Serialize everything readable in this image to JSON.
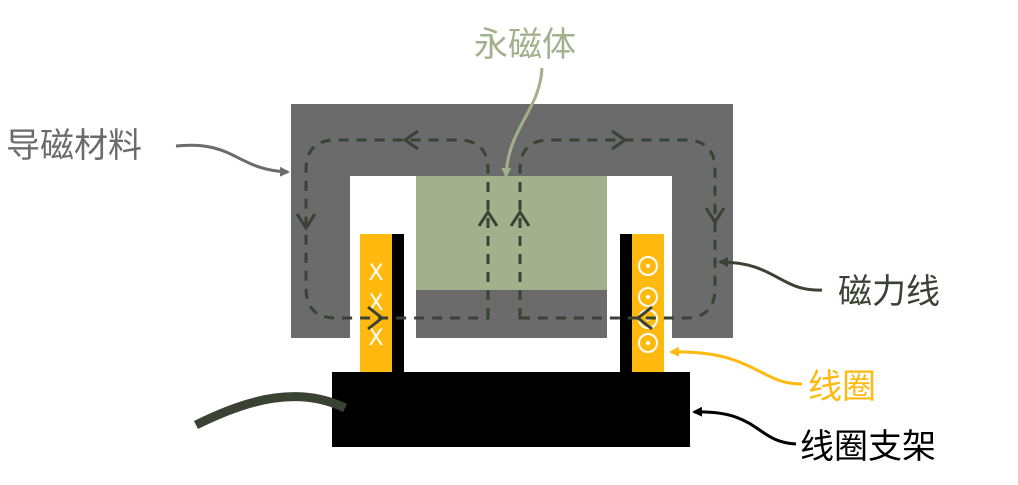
{
  "labels": {
    "magnetic_material": "导磁材料",
    "permanent_magnet": "永磁体",
    "flux_lines": "磁力线",
    "coil": "线圈",
    "coil_holder": "线圈支架"
  },
  "coil_marks": {
    "left": [
      "X",
      "X",
      "X"
    ],
    "right": [
      "⊙",
      "⊙",
      "⊙",
      "⊙"
    ]
  },
  "colors": {
    "yoke": "#6b6b6b",
    "magnet": "#a3b08c",
    "coil": "#ffb90f",
    "holder": "#000000",
    "flux": "#3a4234",
    "magnet_label": "#a3b08c",
    "material_label": "#6b6b6b",
    "flux_label": "#3a4234",
    "coil_label": "#ffb90f",
    "holder_label": "#000000",
    "wire": "#3a4234"
  }
}
